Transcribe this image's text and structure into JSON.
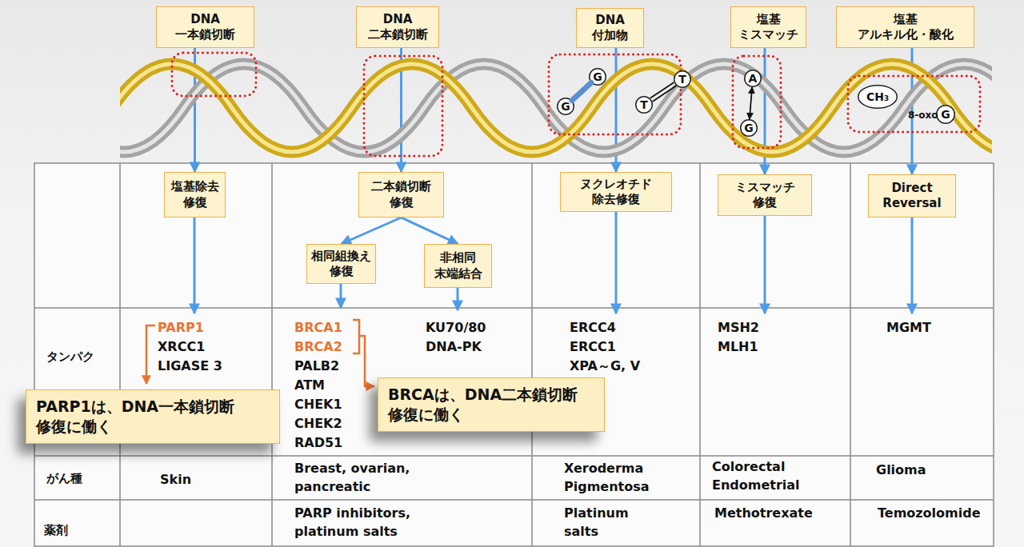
{
  "diagram": {
    "nodes": [
      {
        "text": [
          "DNA 一本鎖切断"
        ]
      },
      {
        "text": [
          "DNA 二本鎖切断"
        ]
      },
      {
        "text": [
          "DNA 付加物"
        ]
      },
      {
        "text": [
          "塩基 ミスマッチ"
        ]
      },
      {
        "text": [
          "塩基 アルキル化・酸化"
        ]
      },
      {
        "text": [
          "G"
        ]
      },
      {
        "text": [
          "G"
        ]
      },
      {
        "text": [
          "T"
        ]
      },
      {
        "text": [
          "T"
        ]
      },
      {
        "text": [
          "A"
        ]
      },
      {
        "text": [
          "G"
        ]
      },
      {
        "text": [
          "CH₃"
        ]
      },
      {
        "text": [
          "G"
        ]
      },
      {
        "text": [
          "塩基除去 修復"
        ]
      },
      {
        "text": [
          "二本鎖切断 修復"
        ]
      },
      {
        "text": [
          "相同組換え 修復"
        ]
      },
      {
        "text": [
          "非相同 末端結合"
        ]
      },
      {
        "text": [
          "ヌクレオチド 除去修復"
        ]
      },
      {
        "text": [
          "ミスマッチ 修復"
        ]
      },
      {
        "text": [
          "Direct Reversal"
        ]
      },
      {
        "text": [
          "PARP1は、DNA一本鎖切断 修復に働く"
        ]
      },
      {
        "text": [
          "BRCAは、DNA二本鎖切断 修復に働く"
        ]
      }
    ],
    "edges": [
      {
        "from": 0,
        "to": 13,
        "arrow": "to"
      },
      {
        "from": 1,
        "to": 14,
        "arrow": "to"
      },
      {
        "from": 2,
        "to": 17,
        "arrow": "to"
      },
      {
        "from": 3,
        "to": 18,
        "arrow": "to"
      },
      {
        "from": 4,
        "to": 19,
        "arrow": "to"
      },
      {
        "from": 14,
        "to": 15,
        "arrow": "to"
      },
      {
        "from": 14,
        "to": 16,
        "arrow": "to"
      },
      {
        "from": 5,
        "to": 6,
        "arrow": "none"
      },
      {
        "from": 7,
        "to": 8,
        "arrow": "none"
      },
      {
        "from": 9,
        "to": 10,
        "arrow": "both"
      }
    ],
    "labels": [
      "8-oxo",
      "タンパク",
      "PARP1",
      "XRCC1",
      "LIGASE 3",
      "BRCA1",
      "BRCA2",
      "PALB2",
      "ATM",
      "CHEK1",
      "CHEK2",
      "RAD51",
      "KU70/80",
      "DNA-PK",
      "ERCC4",
      "ERCC1",
      "XPA～G, V",
      "MSH2",
      "MLH1",
      "MGMT",
      "がん種",
      "Skin",
      "Breast, ovarian, pancreatic",
      "Xeroderma Pigmentosa",
      "Colorectal Endometrial",
      "Glioma",
      "薬剤",
      "PARP inhibitors, platinum salts",
      "Platinum salts",
      "Methotrexate",
      "Temozolomide"
    ]
  }
}
